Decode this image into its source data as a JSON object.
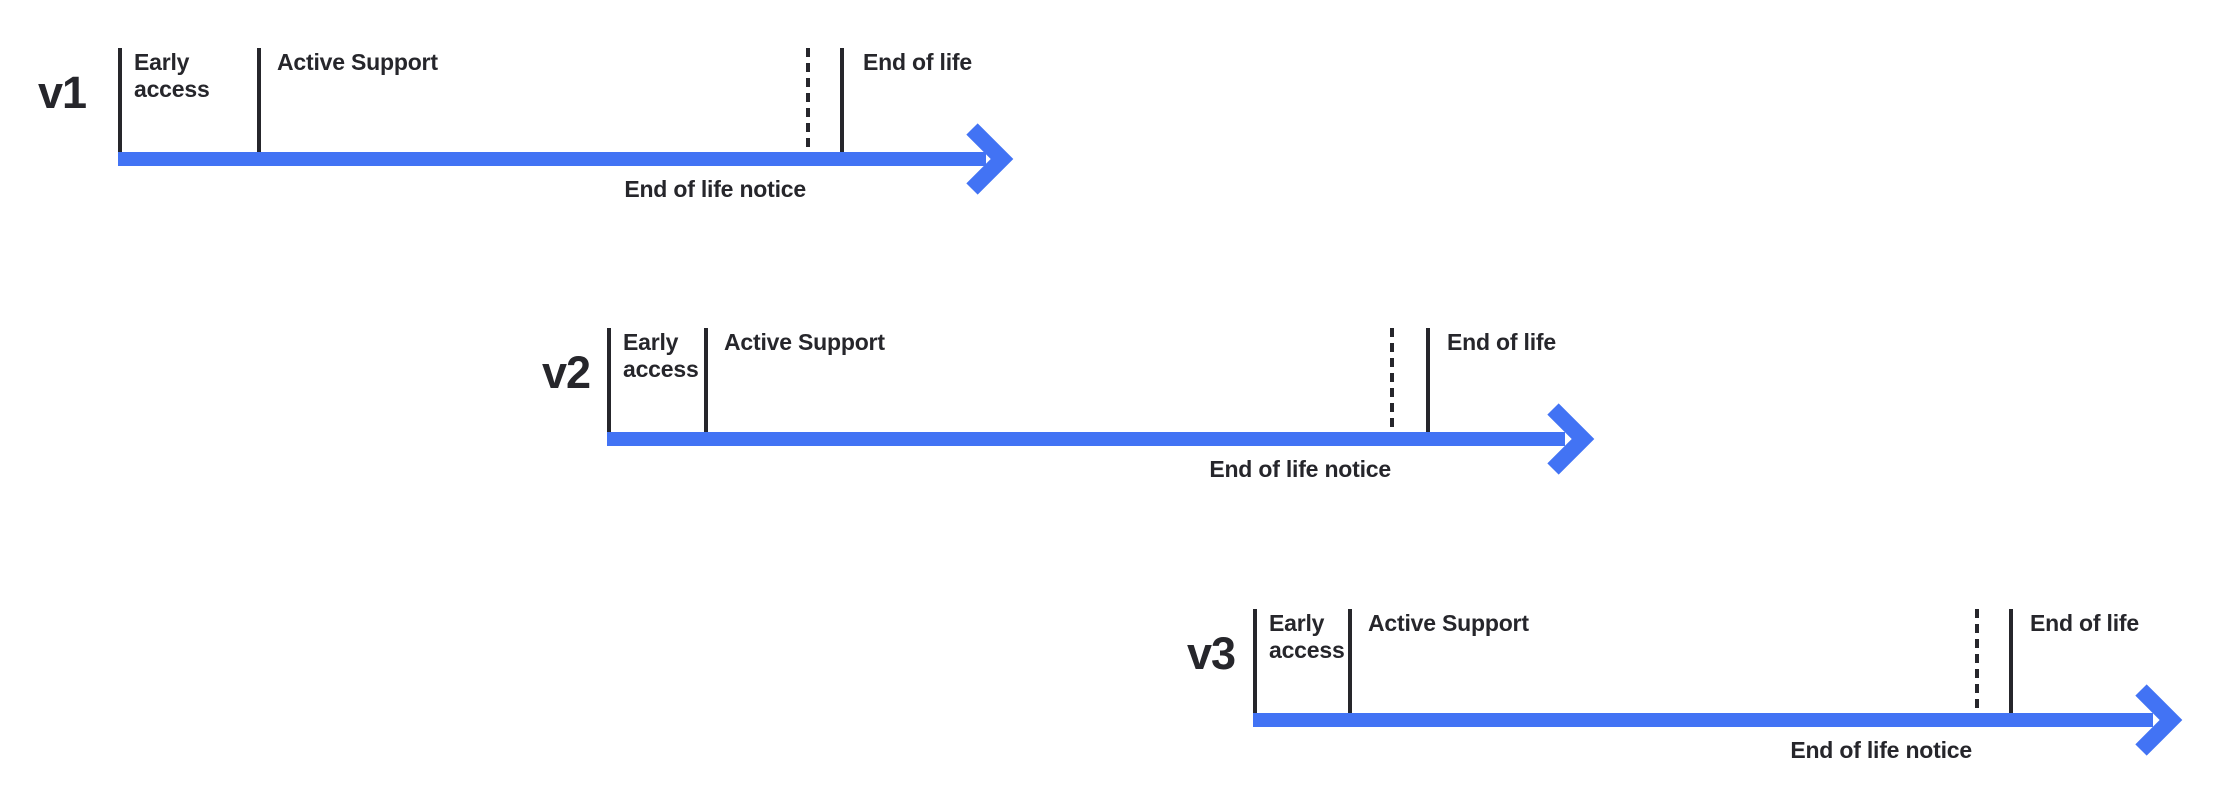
{
  "colors": {
    "arrow_blue": "#4273f4",
    "text_dark": "#26262b"
  },
  "timelines": [
    {
      "version": "v1",
      "phases": {
        "early_access": "Early access",
        "active_support": "Active Support",
        "end_of_life": "End of life",
        "end_of_life_notice": "End of life notice"
      }
    },
    {
      "version": "v2",
      "phases": {
        "early_access": "Early access",
        "active_support": "Active Support",
        "end_of_life": "End of life",
        "end_of_life_notice": "End of life notice"
      }
    },
    {
      "version": "v3",
      "phases": {
        "early_access": "Early access",
        "active_support": "Active Support",
        "end_of_life": "End of life",
        "end_of_life_notice": "End of life notice"
      }
    }
  ]
}
